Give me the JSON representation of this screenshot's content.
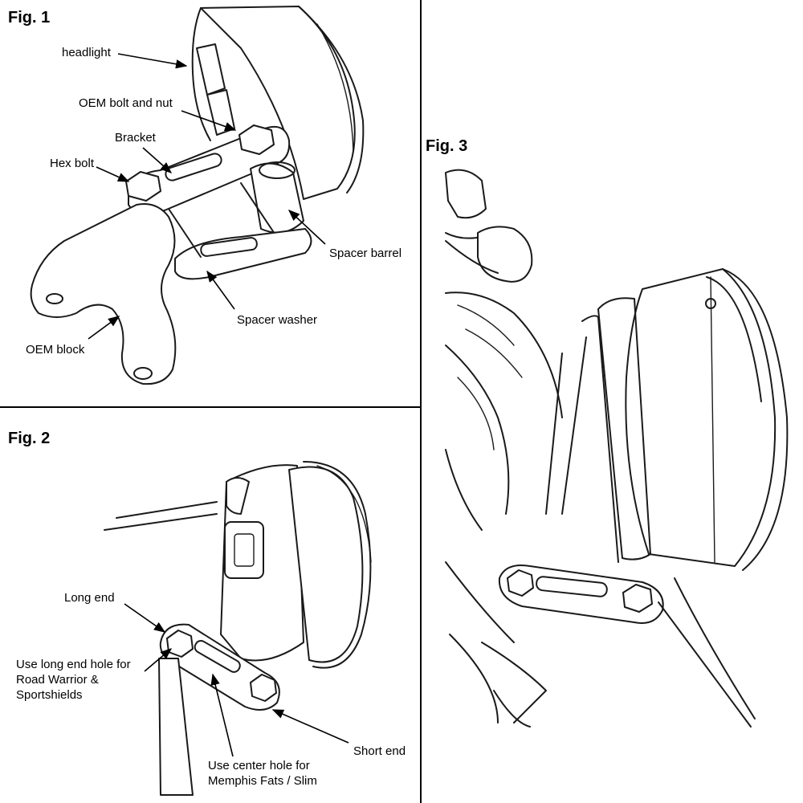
{
  "figures": {
    "fig1": {
      "title": "Fig. 1",
      "labels": {
        "headlight": "headlight",
        "oem_bolt_nut": "OEM bolt and nut",
        "bracket": "Bracket",
        "hex_bolt": "Hex bolt",
        "spacer_barrel": "Spacer barrel",
        "spacer_washer": "Spacer washer",
        "oem_block": "OEM block"
      }
    },
    "fig2": {
      "title": "Fig. 2",
      "labels": {
        "long_end": "Long end",
        "long_end_hole_1": "Use long end hole for",
        "long_end_hole_2": "Road Warrior &",
        "long_end_hole_3": "Sportshields",
        "short_end": "Short end",
        "center_hole_1": "Use center hole for",
        "center_hole_2": "Memphis Fats / Slim"
      }
    },
    "fig3": {
      "title": "Fig. 3"
    }
  }
}
